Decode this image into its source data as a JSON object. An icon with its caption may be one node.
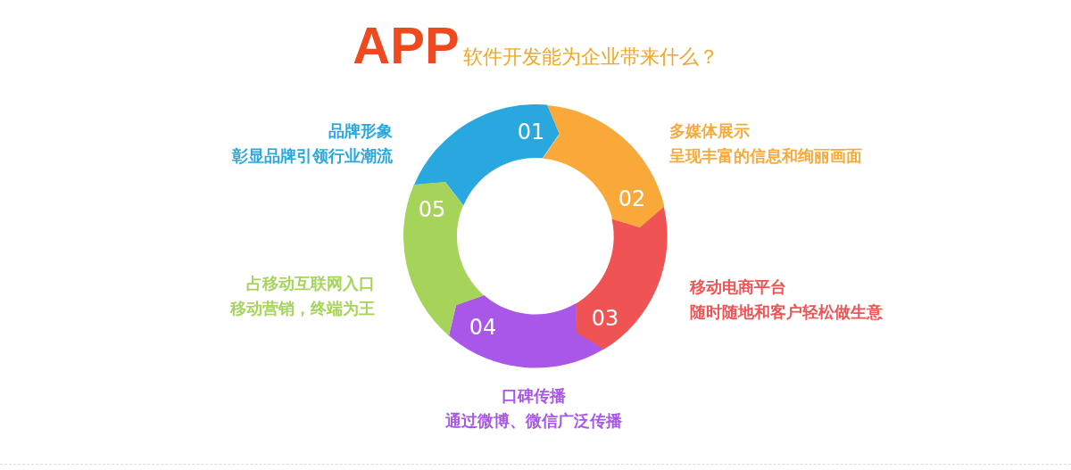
{
  "diagram": {
    "title": "**APP**软件开发能为企业带来什么？",
    "nodes": [
      {
        "text": [
          "01"
        ],
        "beside": [
          "品牌形象",
          "彰显品牌引领行业潮流"
        ]
      },
      {
        "text": [
          "02"
        ],
        "beside": [
          "多媒体展示",
          "呈现丰富的信息和绚丽画面"
        ]
      },
      {
        "text": [
          "03"
        ],
        "beside": [
          "移动电商平台",
          "随时随地和客户轻松做生意"
        ]
      },
      {
        "text": [
          "04"
        ],
        "beside": [
          "口碑传播",
          "通过微博、微信广泛传播"
        ]
      },
      {
        "text": [
          "05"
        ],
        "beside": [
          "占移动互联网入口",
          "移动营销，终端为王"
        ]
      }
    ],
    "edges": []
  }
}
